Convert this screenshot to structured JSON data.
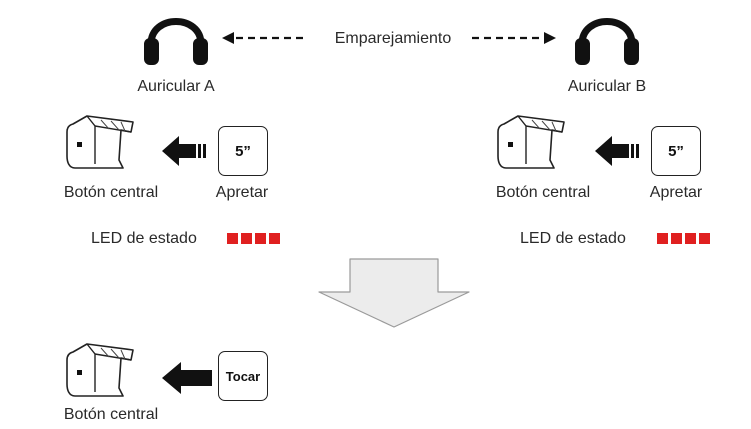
{
  "pairing": {
    "label": "Emparejamiento",
    "headset_a": {
      "icon": "headphones-icon",
      "label": "Auricular A"
    },
    "headset_b": {
      "icon": "headphones-icon",
      "label": "Auricular B"
    }
  },
  "left_unit": {
    "device_label": "Botón central",
    "key_label": "5”",
    "action_label": "Apretar",
    "led_label": "LED de estado",
    "led_count": 4
  },
  "right_unit": {
    "device_label": "Botón central",
    "key_label": "5”",
    "action_label": "Apretar",
    "led_label": "LED de estado",
    "led_count": 4
  },
  "bottom_step": {
    "device_label": "Botón central",
    "key_label": "Tocar"
  },
  "colors": {
    "led": "#e02020",
    "flow_arrow_fill": "#ececec",
    "flow_arrow_stroke": "#9a9a9a",
    "ink": "#111111"
  }
}
